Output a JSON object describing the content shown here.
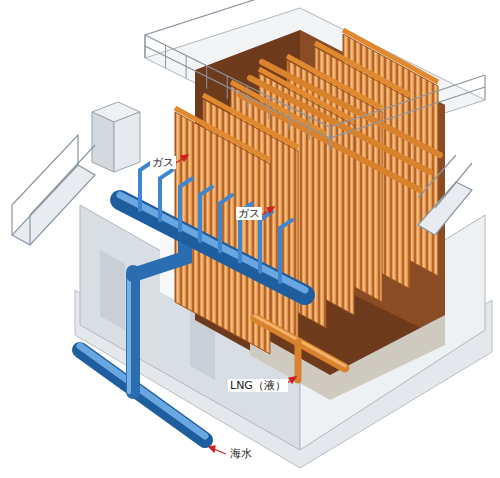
{
  "diagram": {
    "labels": [
      "ガス",
      "ガス",
      "LNG（液）",
      "海水"
    ]
  }
}
